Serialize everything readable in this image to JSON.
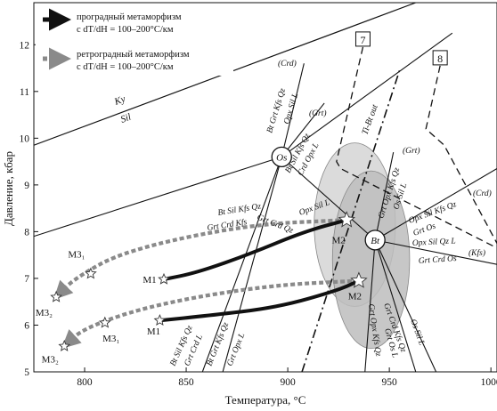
{
  "axes": {
    "xlabel": "Температура, °C",
    "ylabel": "Давление, кбар",
    "xlim": [
      775,
      1003
    ],
    "ylim": [
      5,
      12.9
    ],
    "xticks": [
      {
        "v": 800,
        "label": "800"
      },
      {
        "v": 850,
        "label": "850"
      },
      {
        "v": 900,
        "label": "900"
      },
      {
        "v": 950,
        "label": "950"
      },
      {
        "v": 1000,
        "label": "1000"
      }
    ],
    "yticks": [
      {
        "v": 5,
        "label": "5"
      },
      {
        "v": 6,
        "label": "6"
      },
      {
        "v": 7,
        "label": "7"
      },
      {
        "v": 8,
        "label": "8"
      },
      {
        "v": 9,
        "label": "9"
      },
      {
        "v": 10,
        "label": "10"
      },
      {
        "v": 11,
        "label": "11"
      },
      {
        "v": 12,
        "label": "12"
      }
    ]
  },
  "legend": {
    "prograde": {
      "line1": "проградный метаморфизм",
      "line2": "с dT/dH = 100–200°C/км"
    },
    "retrograde": {
      "line1": "ретроградный метаморфизм",
      "line2": "с dT/dH = 100–200°C/км"
    }
  },
  "colors": {
    "prograde_path": "#111111",
    "retrograde_path": "#8a8a8a",
    "field_light": "#d7d7d7",
    "field_dark": "#bdbdbd"
  },
  "chart_data": {
    "type": "diagram",
    "invariant_points": [
      {
        "name": "Os",
        "T": 897,
        "P": 9.6
      },
      {
        "name": "Bt",
        "T": 943,
        "P": 7.82
      }
    ],
    "ky_sil_line": {
      "T": [
        775,
        963
      ],
      "P": [
        9.85,
        12.9
      ],
      "labels": [
        "Ky",
        "Sil"
      ]
    },
    "reaction_lines": [
      {
        "T": [
          897,
          775
        ],
        "P": [
          9.6,
          7.9
        ],
        "label_top": "Bt Sil Kfs Qz",
        "label_bottom": "Grt Crd Kfs"
      },
      {
        "T": [
          897,
          981
        ],
        "P": [
          9.6,
          12.25
        ],
        "label": "(Crd)"
      },
      {
        "T": [
          897,
          943
        ],
        "P": [
          9.6,
          7.82
        ],
        "labels": [
          "Grt Crd Qz",
          "Opx Sil L"
        ]
      },
      {
        "T": [
          897,
          908
        ],
        "P": [
          9.6,
          11.6
        ],
        "labels": [
          "Bt Grt Kfs Qz",
          "Opx Sil L"
        ]
      },
      {
        "T": [
          897,
          918
        ],
        "P": [
          9.6,
          10.75
        ],
        "labels": [
          "Bt Sil Kfs Qz",
          "Crd Opx L"
        ],
        "tag": "(Grt)"
      },
      {
        "T": [
          897,
          858
        ],
        "P": [
          9.6,
          5.0
        ],
        "labels": [
          "Bt Sil Kfs Qz",
          "Grt Crd L"
        ]
      },
      {
        "T": [
          897,
          868
        ],
        "P": [
          9.6,
          5.0
        ],
        "labels": [
          "Bt Grt Kfs Qz",
          "Grt Opx L"
        ]
      },
      {
        "T": [
          943,
          952
        ],
        "P": [
          7.82,
          9.7
        ],
        "labels": [
          "Grt Opx Kfs Qz",
          "Os Sil L"
        ],
        "tag": "(Grt)"
      },
      {
        "T": [
          943,
          1003
        ],
        "P": [
          7.82,
          9.35
        ],
        "labels": [
          "Opx Sil Kfs Qz",
          "Grt Os"
        ],
        "tag": "(Crd)"
      },
      {
        "T": [
          943,
          1003
        ],
        "P": [
          7.82,
          7.3
        ],
        "labels": [
          "Opx Sil Qz L",
          "Grt Crd Os"
        ],
        "tag": "(Kfs)"
      },
      {
        "T": [
          943,
          973
        ],
        "P": [
          7.82,
          5.0
        ],
        "labels": [
          "Os Sil L",
          "Grt Crd Kfs Qz"
        ]
      },
      {
        "T": [
          943,
          963
        ],
        "P": [
          7.82,
          5.0
        ],
        "labels": [
          "Grt Os L"
        ]
      },
      {
        "T": [
          943,
          938
        ],
        "P": [
          7.82,
          5.0
        ],
        "labels": [
          "Grt Opx Kfs Qz"
        ]
      }
    ],
    "dashed_boundaries": [
      {
        "label": "7",
        "T": [
          937,
          924,
          926,
          1003
        ],
        "P": [
          11.95,
          9.5,
          9.35,
          7.65
        ]
      },
      {
        "label": "8",
        "T": [
          975,
          968,
          977,
          1003
        ],
        "P": [
          11.55,
          10.2,
          9.85,
          7.75
        ]
      }
    ],
    "ti_bt_out": {
      "T": [
        907,
        955
      ],
      "P": [
        5.0,
        11.45
      ],
      "label": "Ti-Bt out"
    },
    "fields": [
      {
        "center_T": 933,
        "center_P": 8.15,
        "rT": 20,
        "rP": 1.75,
        "shade": "light"
      },
      {
        "center_T": 941,
        "center_P": 7.4,
        "rT": 19,
        "rP": 1.9,
        "shade": "dark"
      }
    ],
    "prograde_paths": [
      {
        "label": "M1",
        "T": [
          839,
          855,
          880,
          908,
          929
        ],
        "P": [
          6.98,
          7.12,
          7.5,
          8.0,
          8.25
        ]
      },
      {
        "label": "M1",
        "T": [
          837,
          860,
          895,
          925,
          935
        ],
        "P": [
          6.1,
          6.2,
          6.38,
          6.75,
          6.95
        ]
      }
    ],
    "retrograde_paths": [
      {
        "label_start": "M2",
        "label_mid": "M3₁",
        "label_end": "M3₂",
        "T": [
          929,
          880,
          820,
          795,
          786
        ],
        "P": [
          8.25,
          8.15,
          7.6,
          7.0,
          6.6
        ]
      },
      {
        "label_start": "M2",
        "label_mid": "M3₁",
        "label_end": "M3₂",
        "T": [
          935,
          890,
          835,
          800,
          790
        ],
        "P": [
          6.95,
          6.85,
          6.45,
          5.95,
          5.55
        ]
      }
    ],
    "stars": [
      {
        "T": 839,
        "P": 6.98
      },
      {
        "T": 837,
        "P": 6.1
      },
      {
        "T": 929,
        "P": 8.25
      },
      {
        "T": 935,
        "P": 6.95
      },
      {
        "T": 803,
        "P": 7.1
      },
      {
        "T": 786,
        "P": 6.6
      },
      {
        "T": 810,
        "P": 6.05
      },
      {
        "T": 790,
        "P": 5.55
      }
    ],
    "point_labels": [
      {
        "text": "M1",
        "T": 832,
        "P": 6.9
      },
      {
        "text": "M1",
        "T": 834,
        "P": 5.8
      },
      {
        "text": "M2",
        "T": 925,
        "P": 7.75
      },
      {
        "text": "M2",
        "T": 933,
        "P": 6.55
      },
      {
        "text": "M3₁",
        "T": 796,
        "P": 7.45
      },
      {
        "text": "M3₁",
        "T": 813,
        "P": 5.65
      },
      {
        "text": "M3₂",
        "T": 780,
        "P": 6.2
      },
      {
        "text": "M3₂",
        "T": 783,
        "P": 5.2
      }
    ]
  }
}
